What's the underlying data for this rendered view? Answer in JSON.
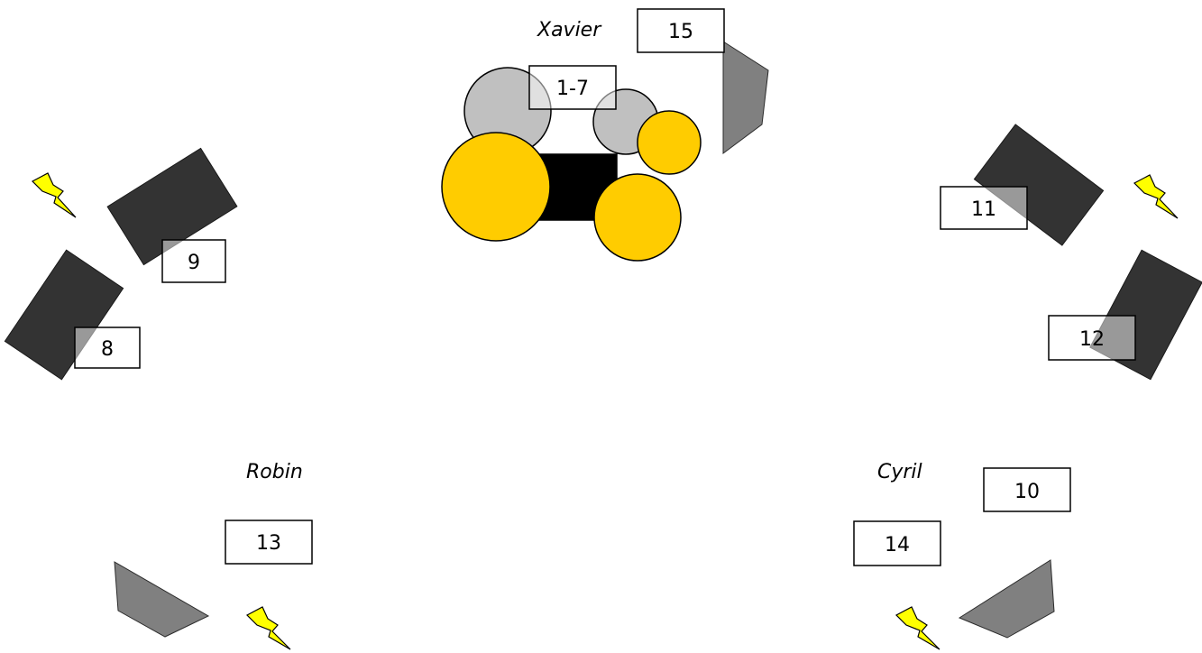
{
  "colors": {
    "amp": "#333333",
    "monitor_wedge": "#808080",
    "drum_shell": "#ffcc00",
    "cymbal": "#c0c0c0",
    "kick": "#000000",
    "power": "#ffff00"
  },
  "musicians": {
    "drums": "Xavier",
    "left": "Robin",
    "right": "Cyril"
  },
  "channels": {
    "drums": "1-7",
    "amp_left_bottom": "8",
    "amp_left_top": "9",
    "vocal_right": "10",
    "amp_right_top": "11",
    "amp_right_bottom": "12",
    "vocal_left": "13",
    "vocal_right_2": "14",
    "monitor_drums": "15"
  },
  "icons": {
    "amplifier": "amp-cabinet-icon",
    "monitor": "monitor-wedge-icon",
    "power": "power-outlet-icon",
    "cymbal": "cymbal-icon",
    "drum": "drum-icon"
  }
}
